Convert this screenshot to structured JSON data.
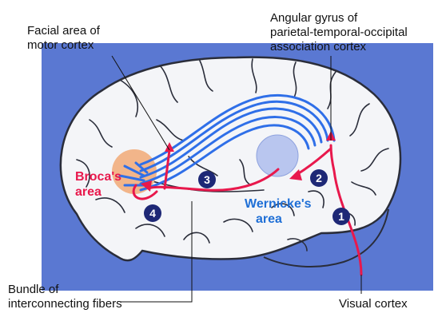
{
  "labels": {
    "facial_area": [
      "Facial area of",
      "motor cortex"
    ],
    "angular_gyrus": [
      "Angular gyrus of",
      "parietal-temporal-occipital",
      "association cortex"
    ],
    "brocas_area": [
      "Broca's",
      "area"
    ],
    "wernickes_area": [
      "Wernicke's",
      "area"
    ],
    "bundle": [
      "Bundle of",
      "interconnecting fibers"
    ],
    "visual_cortex": "Visual cortex"
  },
  "steps": [
    "1",
    "2",
    "3",
    "4"
  ],
  "colors": {
    "background_panel": "#5a78d2",
    "brain_fill": "#f4f5f8",
    "brain_outline": "#2a2d3a",
    "fiber_bundle": "#2f6fe8",
    "signal_path": "#e8184c",
    "brocas_area": "#f2b58a",
    "wernickes_area": "#b9c6ef",
    "brocas_label": "#e8184c",
    "wernickes_label": "#1f6fd6",
    "step_badge": "#1e2876"
  }
}
